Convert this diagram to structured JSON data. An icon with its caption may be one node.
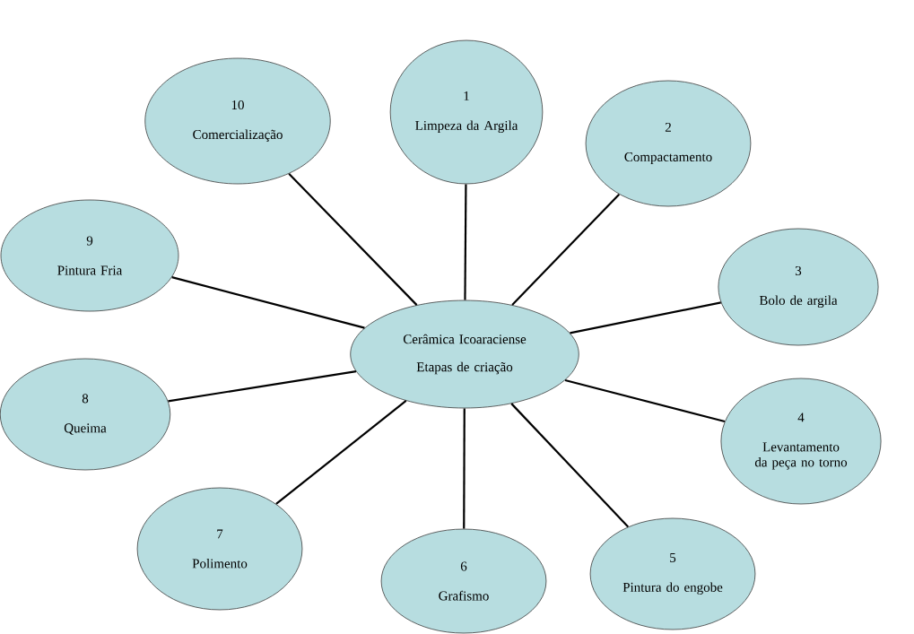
{
  "diagram": {
    "nodes": [
      {
        "text": [
          "Cerâmica Icoaraciense",
          "Etapas de criação"
        ]
      },
      {
        "text": [
          "1",
          "Limpeza da Argila"
        ]
      },
      {
        "text": [
          "2",
          "Compactamento"
        ]
      },
      {
        "text": [
          "3",
          "Bolo de argila"
        ]
      },
      {
        "text": [
          "4",
          "Levantamento da peça no torno"
        ]
      },
      {
        "text": [
          "5",
          "Pintura do engobe"
        ]
      },
      {
        "text": [
          "6",
          "Grafismo"
        ]
      },
      {
        "text": [
          "7",
          "Polimento"
        ]
      },
      {
        "text": [
          "8",
          "Queima"
        ]
      },
      {
        "text": [
          "9",
          "Pintura Fria"
        ]
      },
      {
        "text": [
          "10",
          "Comercialização"
        ]
      }
    ],
    "edges": [
      {
        "from": 0,
        "to": 1,
        "arrow": "none"
      },
      {
        "from": 0,
        "to": 2,
        "arrow": "none"
      },
      {
        "from": 0,
        "to": 3,
        "arrow": "none"
      },
      {
        "from": 0,
        "to": 4,
        "arrow": "none"
      },
      {
        "from": 0,
        "to": 5,
        "arrow": "none"
      },
      {
        "from": 0,
        "to": 6,
        "arrow": "none"
      },
      {
        "from": 0,
        "to": 7,
        "arrow": "none"
      },
      {
        "from": 0,
        "to": 8,
        "arrow": "none"
      },
      {
        "from": 0,
        "to": 9,
        "arrow": "none"
      },
      {
        "from": 0,
        "to": 10,
        "arrow": "none"
      }
    ]
  }
}
